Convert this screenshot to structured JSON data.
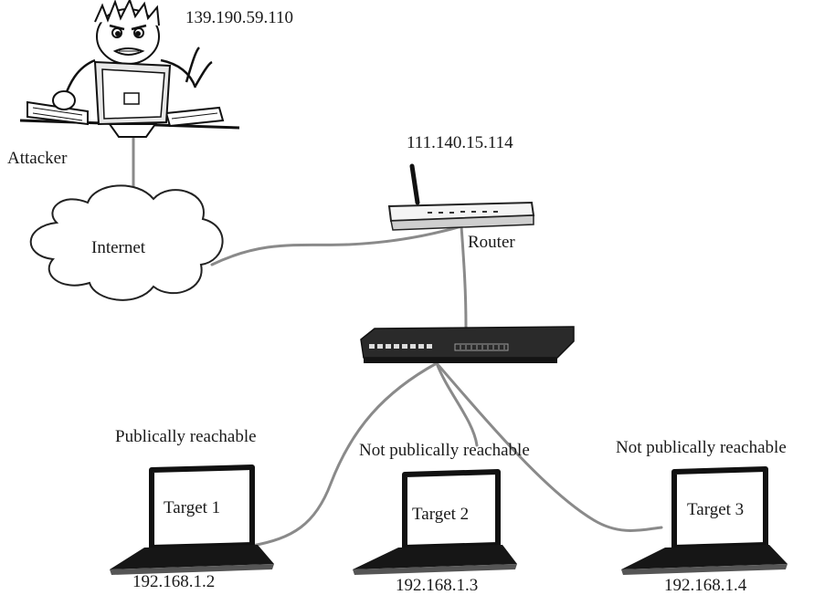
{
  "attacker": {
    "ip": "139.190.59.110",
    "label": "Attacker"
  },
  "internet": {
    "label": "Internet"
  },
  "router": {
    "ip": "111.140.15.114",
    "label": "Router"
  },
  "switch": {},
  "targets": [
    {
      "name": "Target 1",
      "ip": "192.168.1.2",
      "reachability": "Publically reachable"
    },
    {
      "name": "Target 2",
      "ip": "192.168.1.3",
      "reachability": "Not publically reachable"
    },
    {
      "name": "Target 3",
      "ip": "192.168.1.4",
      "reachability": "Not publically reachable"
    }
  ],
  "colors": {
    "line": "#8a8a8a",
    "ink": "#111111",
    "switch_body": "#2a2a2a",
    "router_body": "#f2f2f2"
  }
}
